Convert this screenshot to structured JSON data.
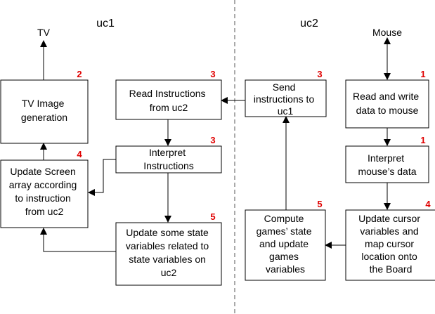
{
  "colors": {
    "number_labels": "#e00000",
    "lines": "#000000",
    "divider": "#555555"
  },
  "sections": {
    "uc1": "uc1",
    "uc2": "uc2"
  },
  "external": {
    "tv": "TV",
    "mouse": "Mouse"
  },
  "boxes": {
    "tv_image": {
      "lines": [
        "TV Image",
        "generation"
      ],
      "number": "2"
    },
    "read_instructions": {
      "lines": [
        "Read Instructions",
        "from uc2"
      ],
      "number": "3"
    },
    "interpret_instructions": {
      "lines": [
        "Interpret",
        "Instructions"
      ],
      "number": "3"
    },
    "update_screen": {
      "lines": [
        "Update Screen",
        "array according",
        "to instruction",
        "from uc2"
      ],
      "number": "4"
    },
    "update_state": {
      "lines": [
        "Update some state",
        "variables related to",
        "state variables on",
        "uc2"
      ],
      "number": "5"
    },
    "send_instructions": {
      "lines": [
        "Send",
        "instructions to",
        "uc1"
      ],
      "number": "3"
    },
    "read_write_mouse": {
      "lines": [
        "Read and write",
        "data to mouse"
      ],
      "number": "1"
    },
    "interpret_mouse": {
      "lines": [
        "Interpret",
        "mouse’s data"
      ],
      "number": "1"
    },
    "update_cursor": {
      "lines": [
        "Update cursor",
        "variables and",
        "map cursor",
        "location onto",
        "the Board"
      ],
      "number": "4"
    },
    "compute_games": {
      "lines": [
        "Compute",
        "games’ state",
        "and update",
        "games",
        "variables"
      ],
      "number": "5"
    }
  }
}
